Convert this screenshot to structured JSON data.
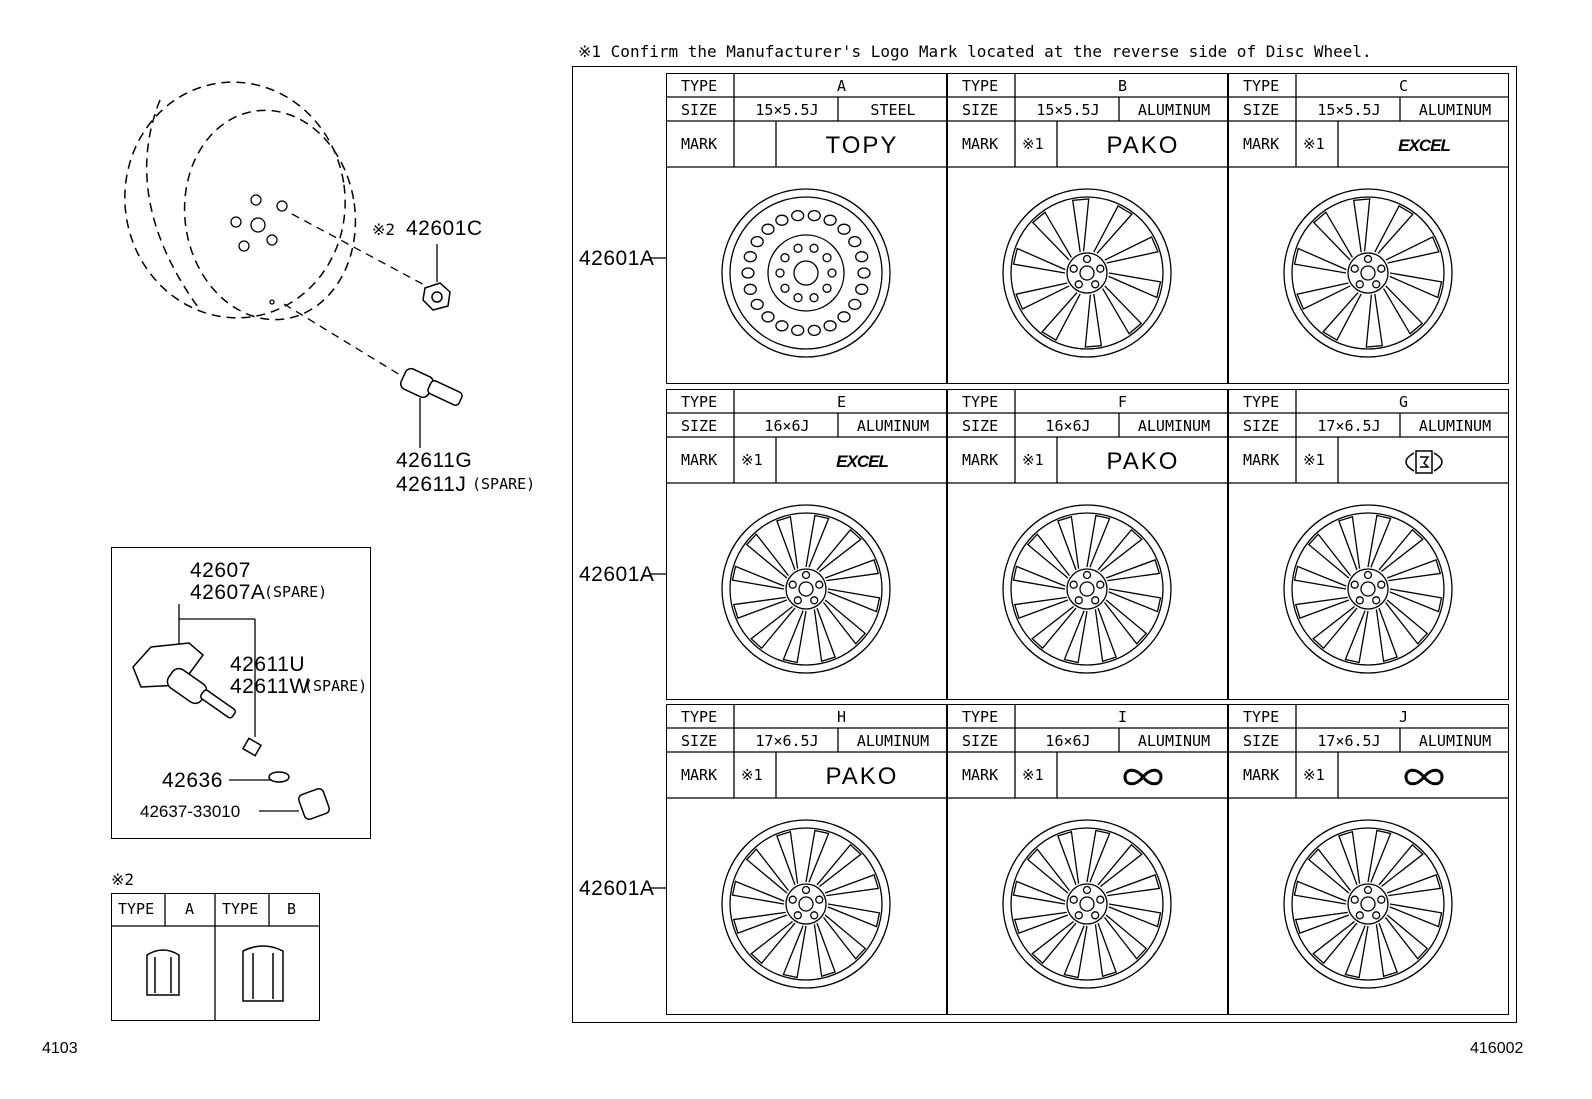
{
  "note_top": "※1  Confirm the Manufacturer's Logo Mark located at the reverse side of Disc Wheel.",
  "parts": {
    "nut": "42601C",
    "nut_ref": "※2",
    "valve": "42611G",
    "valve_spare": "42611J",
    "spare_label": "(SPARE)",
    "sensor": "42607",
    "sensor_spare": "42607A",
    "valve_stem": "42611U",
    "valve_stem_spare": "42611W",
    "grommet": "42636",
    "cap": "42637-33010",
    "wheel": "42601A"
  },
  "nut_table": {
    "ref": "※2",
    "type_label": "TYPE",
    "types": [
      "A",
      "B"
    ]
  },
  "labels": {
    "type": "TYPE",
    "size": "SIZE",
    "mark": "MARK",
    "ref1": "※1"
  },
  "wheels": [
    {
      "type": "A",
      "size": "15×5.5J",
      "material": "STEEL",
      "mark": "TOPY",
      "ref": ""
    },
    {
      "type": "B",
      "size": "15×5.5J",
      "material": "ALUMINUM",
      "mark": "PAKO",
      "ref": "※1"
    },
    {
      "type": "C",
      "size": "15×5.5J",
      "material": "ALUMINUM",
      "mark": "EXCEL",
      "ref": "※1"
    },
    {
      "type": "E",
      "size": "16×6J",
      "material": "ALUMINUM",
      "mark": "EXCEL",
      "ref": "※1"
    },
    {
      "type": "F",
      "size": "16×6J",
      "material": "ALUMINUM",
      "mark": "PAKO",
      "ref": "※1"
    },
    {
      "type": "G",
      "size": "17×6.5J",
      "material": "ALUMINUM",
      "mark": "logo-g",
      "ref": "※1"
    },
    {
      "type": "H",
      "size": "17×6.5J",
      "material": "ALUMINUM",
      "mark": "PAKO",
      "ref": "※1"
    },
    {
      "type": "I",
      "size": "16×6J",
      "material": "ALUMINUM",
      "mark": "logo-infinity",
      "ref": "※1"
    },
    {
      "type": "J",
      "size": "17×6.5J",
      "material": "ALUMINUM",
      "mark": "logo-infinity",
      "ref": "※1"
    }
  ],
  "footer": {
    "left": "4103",
    "right": "416002"
  }
}
